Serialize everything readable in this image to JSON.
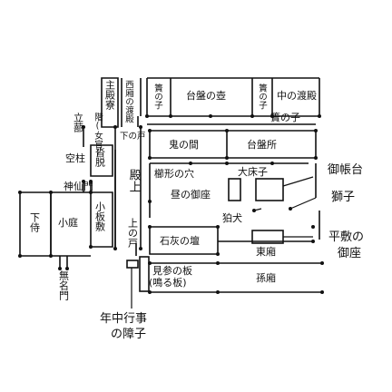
{
  "labels": {
    "shuden": "主殿寮",
    "nishibisashi_watadono": "西廂の渡殿",
    "sunoko_1": "簀の子",
    "daibandokoro_tsubone": "台盤の壺",
    "sunoko_2": "簀の子",
    "naka_no_watadono": "中の渡殿",
    "sunoko_3": "簀の子",
    "kaijo": "階(女官)",
    "tachijitomi": "立蔀",
    "shimo_no_to": "下の戸",
    "oni_no_ma": "鬼の間",
    "daibandokoro": "台盤所",
    "michodai": "御帳台",
    "utsuobashira": "空柱",
    "kutsunugi": "沓脱",
    "kushigata_no_ana": "櫛形の穴",
    "hiru_no_goza": "昼の御座",
    "daishoji": "大床子",
    "shishi": "獅子",
    "shinsenmon": "神仙門",
    "denjo": "殿上",
    "komainu": "狛犬",
    "shimozamurai": "下侍",
    "koniwa": "小庭",
    "koitajiki": "小板敷",
    "kami_no_to": "上の戸",
    "sekkai_no_dan": "石灰の壇",
    "higashibisashi": "東廂",
    "hiramashiki_no_goza_1": "平敷の",
    "hiramashiki_no_goza_2": "御座",
    "mumyomon": "無名門",
    "kenzan_no_ita_1": "見参の板",
    "kenzan_no_ita_2": "(鳴る板)",
    "magobisashi": "孫廂",
    "nenchu_gyoji_1": "年中行事",
    "nenchu_gyoji_2": "の障子"
  },
  "colors": {
    "line": "#111111",
    "background": "#ffffff"
  }
}
